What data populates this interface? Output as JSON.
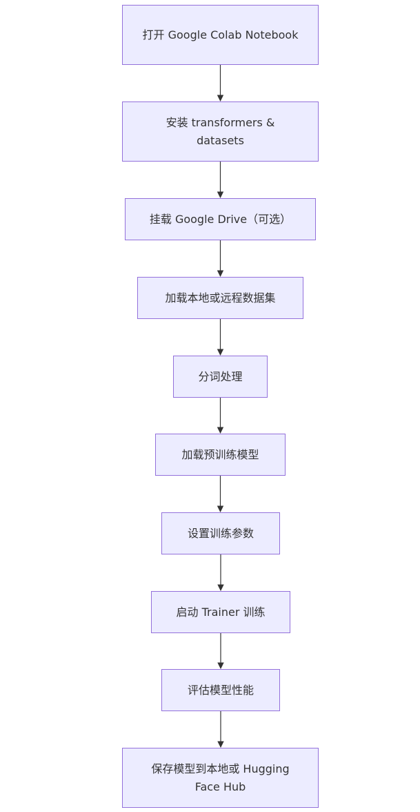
{
  "diagram": {
    "type": "flowchart",
    "direction": "top-to-bottom",
    "colors": {
      "node_fill": "#ececff",
      "node_border": "#9370db",
      "text": "#333333",
      "edge": "#333333"
    },
    "nodes": [
      {
        "id": "n0",
        "label": "打开 Google Colab Notebook"
      },
      {
        "id": "n1",
        "label": "安装 transformers & datasets"
      },
      {
        "id": "n2",
        "label": "挂载 Google Drive（可选）"
      },
      {
        "id": "n3",
        "label": "加载本地或远程数据集"
      },
      {
        "id": "n4",
        "label": "分词处理"
      },
      {
        "id": "n5",
        "label": "加载预训练模型"
      },
      {
        "id": "n6",
        "label": "设置训练参数"
      },
      {
        "id": "n7",
        "label": "启动 Trainer 训练"
      },
      {
        "id": "n8",
        "label": "评估模型性能"
      },
      {
        "id": "n9",
        "label": "保存模型到本地或 Hugging Face Hub"
      }
    ],
    "edges": [
      {
        "from": "n0",
        "to": "n1"
      },
      {
        "from": "n1",
        "to": "n2"
      },
      {
        "from": "n2",
        "to": "n3"
      },
      {
        "from": "n3",
        "to": "n4"
      },
      {
        "from": "n4",
        "to": "n5"
      },
      {
        "from": "n5",
        "to": "n6"
      },
      {
        "from": "n6",
        "to": "n7"
      },
      {
        "from": "n7",
        "to": "n8"
      },
      {
        "from": "n8",
        "to": "n9"
      }
    ]
  }
}
